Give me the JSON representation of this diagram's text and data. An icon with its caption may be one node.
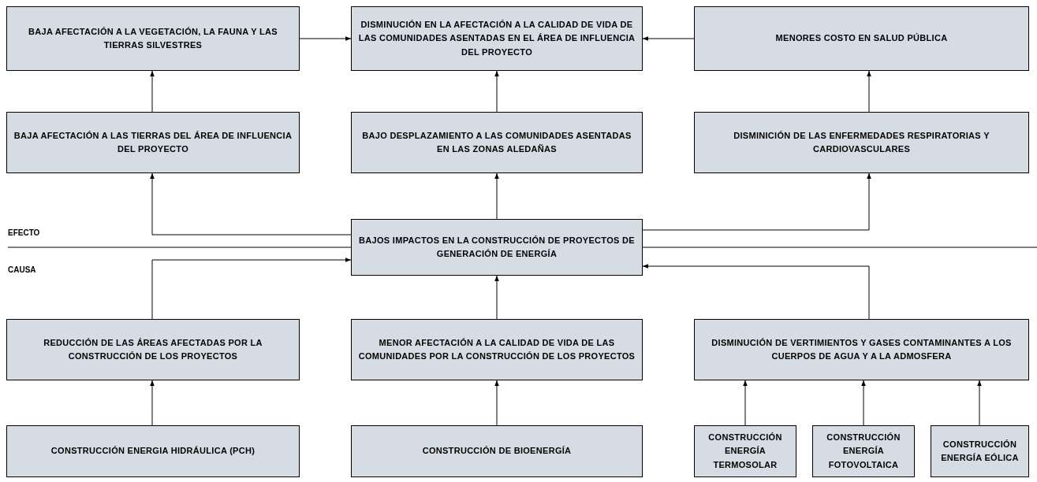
{
  "diagram": {
    "nodes": [
      {
        "text": [
          "BAJA AFECTACIÓN A LA VEGETACIÓN, LA FAUNA Y LAS TIERRAS SILVESTRES"
        ]
      },
      {
        "text": [
          "DISMINUCIÓN EN LA AFECTACIÓN A LA CALIDAD DE VIDA  DE LAS COMUNIDADES ASENTADAS EN EL ÁREA DE INFLUENCIA DEL PROYECTO"
        ]
      },
      {
        "text": [
          "MENORES COSTO EN SALUD PÚBLICA"
        ]
      },
      {
        "text": [
          "BAJA AFECTACIÓN A LAS TIERRAS DEL ÁREA DE INFLUENCIA DEL PROYECTO"
        ]
      },
      {
        "text": [
          "BAJO DESPLAZAMIENTO A LAS COMUNIDADES ASENTADAS EN LAS ZONAS ALEDAÑAS"
        ]
      },
      {
        "text": [
          "DISMINICIÓN DE LAS ENFERMEDADES RESPIRATORIAS Y CARDIOVASCULARES"
        ]
      },
      {
        "text": [
          "BAJOS IMPACTOS  EN LA CONSTRUCCIÓN DE PROYECTOS DE GENERACIÓN DE ENERGÍA"
        ]
      },
      {
        "text": [
          "REDUCCIÓN DE LAS ÁREAS AFECTADAS POR LA CONSTRUCCIÓN DE LOS PROYECTOS"
        ]
      },
      {
        "text": [
          "MENOR AFECTACIÓN A LA CALIDAD DE VIDA DE LAS COMUNIDADES POR LA CONSTRUCCIÓN DE LOS PROYECTOS"
        ]
      },
      {
        "text": [
          "DISMINUCIÓN DE VERTIMIENTOS Y GASES CONTAMINANTES A LOS CUERPOS DE AGUA Y A LA ADMOSFERA"
        ]
      },
      {
        "text": [
          "CONSTRUCCIÓN ENERGIA HIDRÁULICA (PCH)"
        ]
      },
      {
        "text": [
          "CONSTRUCCIÓN DE BIOENERGÍA"
        ]
      },
      {
        "text": [
          "CONSTRUCCIÓN ENERGÍA TERMOSOLAR"
        ]
      },
      {
        "text": [
          "CONSTRUCCIÓN ENERGÍA FOTOVOLTAICA"
        ]
      },
      {
        "text": [
          "CONSTRUCCIÓN ENERGÍA EÓLICA"
        ]
      }
    ],
    "edges": [
      {
        "from": 0,
        "to": 1,
        "arrow": "to"
      },
      {
        "from": 2,
        "to": 1,
        "arrow": "to"
      },
      {
        "from": 3,
        "to": 0,
        "arrow": "to"
      },
      {
        "from": 4,
        "to": 1,
        "arrow": "to"
      },
      {
        "from": 5,
        "to": 2,
        "arrow": "to"
      },
      {
        "from": 6,
        "to": 3,
        "arrow": "to"
      },
      {
        "from": 6,
        "to": 4,
        "arrow": "to"
      },
      {
        "from": 6,
        "to": 5,
        "arrow": "to"
      },
      {
        "from": 7,
        "to": 6,
        "arrow": "to"
      },
      {
        "from": 8,
        "to": 6,
        "arrow": "to"
      },
      {
        "from": 9,
        "to": 6,
        "arrow": "to"
      },
      {
        "from": 10,
        "to": 7,
        "arrow": "to"
      },
      {
        "from": 11,
        "to": 8,
        "arrow": "to"
      },
      {
        "from": 12,
        "to": 9,
        "arrow": "to"
      },
      {
        "from": 13,
        "to": 9,
        "arrow": "to"
      },
      {
        "from": 14,
        "to": 9,
        "arrow": "to"
      }
    ],
    "labels": [
      "EFECTO",
      "CAUSA"
    ]
  }
}
